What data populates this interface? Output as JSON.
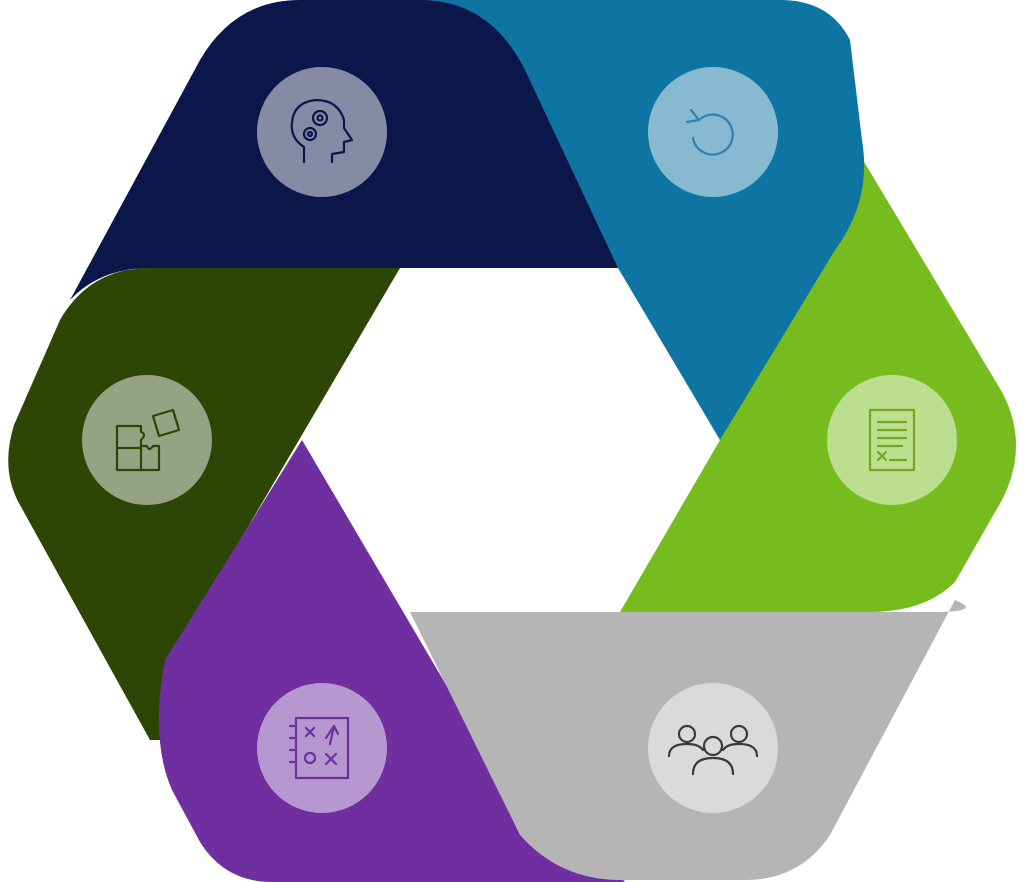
{
  "diagram": {
    "type": "hexagonal-cycle",
    "segments": [
      {
        "key": "top-left",
        "color": "#0B174A",
        "icon": "head-gears-icon",
        "icon_color": "#0B174A",
        "icon_fill": "rgba(255,255,255,0.5)"
      },
      {
        "key": "top-right",
        "color": "#0E75A3",
        "icon": "refresh-icon",
        "icon_color": "#2F7FAF",
        "icon_fill": "rgba(255,255,255,0.5)"
      },
      {
        "key": "right",
        "color": "#77BC1F",
        "icon": "document-signature-icon",
        "icon_color": "#6FA81F",
        "icon_fill": "rgba(255,255,255,0.5)"
      },
      {
        "key": "bottom-right",
        "color": "#B5B5B5",
        "icon": "team-people-icon",
        "icon_color": "#3A3A3A",
        "icon_fill": "rgba(255,255,255,0.5)"
      },
      {
        "key": "bottom-left",
        "color": "#6F2FA0",
        "icon": "strategy-playbook-icon",
        "icon_color": "#6F2FA0",
        "icon_fill": "rgba(255,255,255,0.5)"
      },
      {
        "key": "left",
        "color": "#2D4606",
        "icon": "puzzle-pieces-icon",
        "icon_color": "#2D4606",
        "icon_fill": "rgba(255,255,255,0.5)"
      }
    ]
  }
}
